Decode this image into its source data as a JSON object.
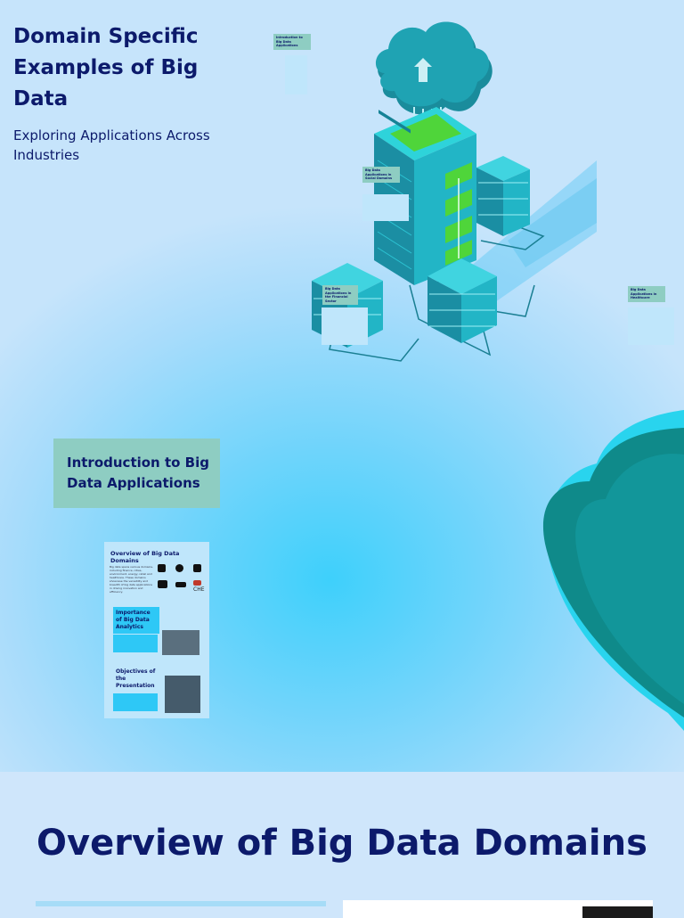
{
  "page": {
    "title": "Domain Specific Examples of Big Data",
    "subtitle": "Exploring Applications Across Industries"
  },
  "frames": {
    "intro": "Introduction to Big Data Applications",
    "intro_small": "Introduction to Big Data Applications",
    "social": "Big Data Applications in Social Domains",
    "finance": "Big Data Applications in the Financial Sector",
    "health": "Big Data Applications in Healthcare"
  },
  "thumbnail": {
    "overview_title": "Overview of Big Data Domains",
    "overview_body": "Big data spans various domains, including finance, cities, environment, energy, retail and healthcare. These domains showcase the versatility and breadth of big data applications in driving innovation and efficiency.",
    "importance_title": "Importance of Big Data Analytics",
    "objectives_title": "Objectives of the Presentation",
    "logo_text": "CHE"
  },
  "slide": {
    "heading": "Overview of Big Data Domains"
  },
  "colors": {
    "navy": "#0c1a6b",
    "teal_label": "#8ecdc2",
    "cyan": "#2ec8f6",
    "cloud": "#0f8a8a",
    "server_green": "#4fd53a"
  }
}
